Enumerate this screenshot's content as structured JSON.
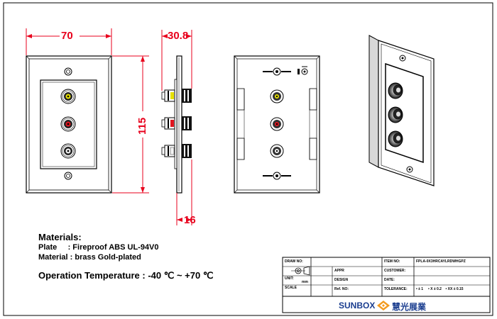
{
  "dimensions": {
    "width": "70",
    "height": "115",
    "depth": "30.8",
    "plate_depth": "16"
  },
  "materials": {
    "heading": "Materials:",
    "plate": "Plate     : Fireproof ABS UL-94V0",
    "material": "Material : brass Gold-plated"
  },
  "operation_temperature": "Operation Temperature : -40 ℃ ~ +70 ℃",
  "title_block": {
    "draw_no_label": "DRAW NO:",
    "appr_label": "APPR",
    "unit_label": "UNIT:",
    "unit_value": "mm",
    "design_label": "DESIGN",
    "scale_label": "SCALE",
    "ref_no_label": "Ref. NO:",
    "item_no_label": "ITEM NO:",
    "item_no_value": "FPLA-0X3HRCAYLRDWHGPZ",
    "customer_label": "CUSTOMER:",
    "date_label": "DATE:",
    "tolerance_label": "TOLERANCE:",
    "tolerance_values": "• ± 1     • X ± 0.2    • XX ± 0.15"
  },
  "brand": {
    "name": "SUNBOX",
    "chinese": "慧光展業"
  },
  "colors": {
    "dimension": "#e8001c",
    "brand_blue": "#1a3d8f",
    "logo_orange": "#f39a1e"
  }
}
